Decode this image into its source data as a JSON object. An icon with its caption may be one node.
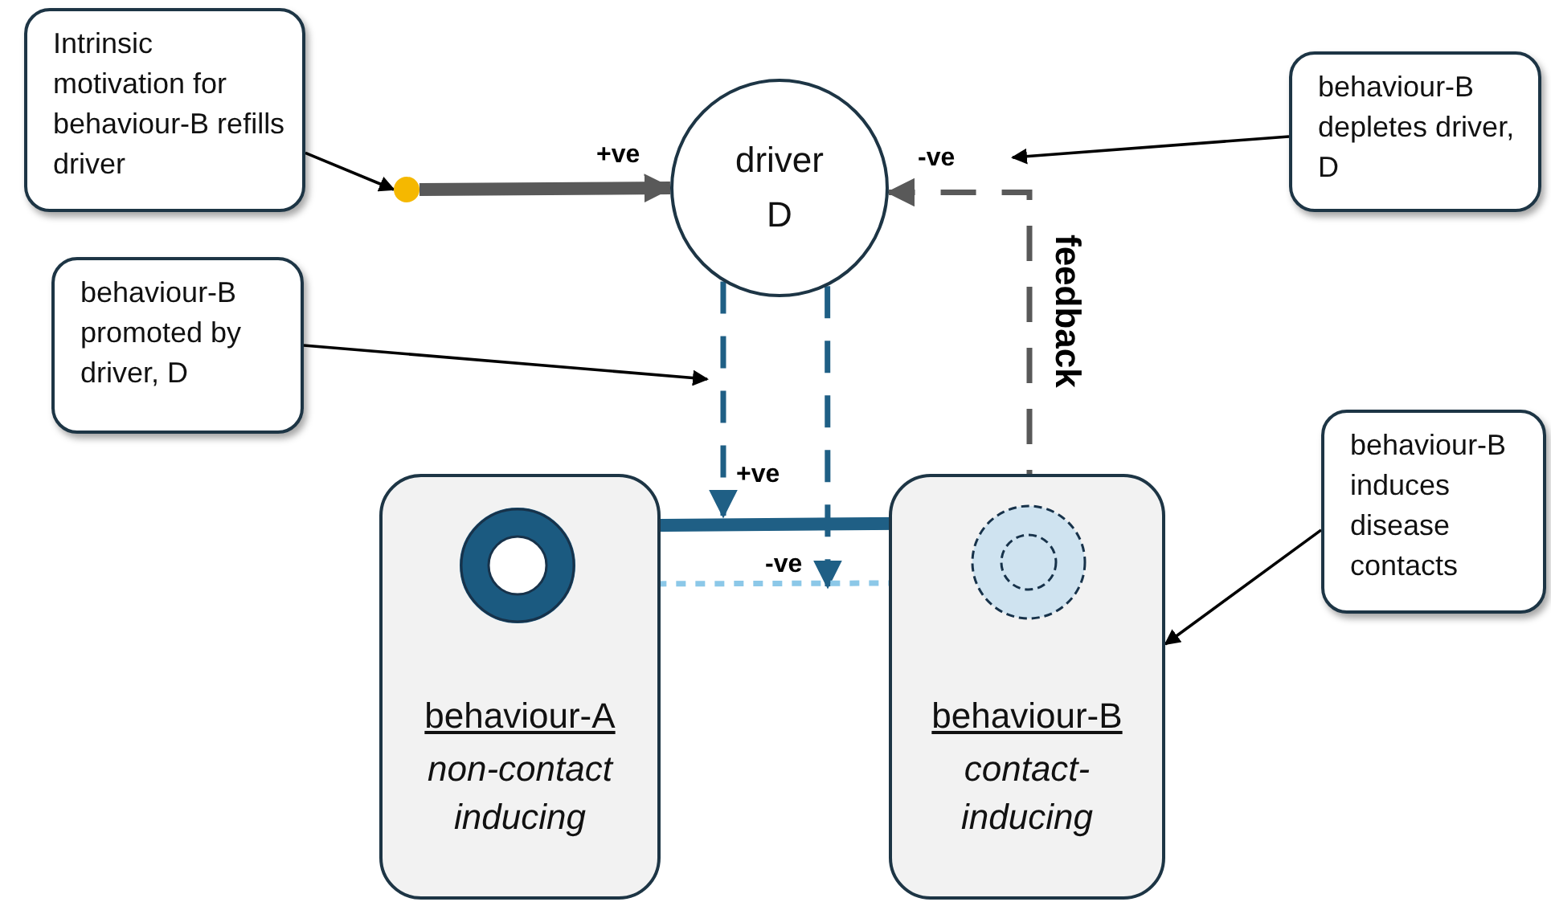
{
  "diagram": {
    "nodes": [
      {
        "text": [
          "Intrinsic motivation for behaviour-B refills driver"
        ]
      },
      {
        "text": [],
        "shape": "circle"
      },
      {
        "text": [
          "driver D"
        ]
      },
      {
        "text": [
          "behaviour-B depletes driver, D"
        ]
      },
      {
        "text": [
          "behaviour-B promoted by driver, D"
        ]
      },
      {
        "text": [
          "behaviour-A",
          "non-contact inducing"
        ]
      },
      {
        "text": [],
        "shape": "circle",
        "in": 5
      },
      {
        "text": [
          "behaviour-B induces disease contacts"
        ]
      },
      {
        "text": [
          "behaviour-B",
          "contact-inducing"
        ]
      },
      {
        "text": [],
        "shape": "circle",
        "in": 8
      }
    ],
    "edges": [
      {
        "from": 0,
        "to": 1,
        "arrow": "to"
      },
      {
        "from": 1,
        "to": 2,
        "arrow": "to",
        "label": "+ve",
        "style": "thick",
        "color": "#595959"
      },
      {
        "from": 3,
        "to": null,
        "arrow": "to"
      },
      {
        "from": 9,
        "to": 2,
        "arrow": "to",
        "label": "-ve",
        "style": "dashed",
        "color": "#595959"
      },
      {
        "from": 4,
        "to": null,
        "arrow": "to"
      },
      {
        "from": 2,
        "to": null,
        "arrow": "to",
        "label": "+ve",
        "style": "dashed",
        "color": "#1f5f85"
      },
      {
        "from": 2,
        "to": null,
        "arrow": "to",
        "label": "-ve",
        "style": "dashed",
        "color": "#1f5f85"
      },
      {
        "from": 7,
        "to": 8,
        "arrow": "to"
      },
      {
        "from": 6,
        "to": 9,
        "arrow": "to",
        "style": "thick",
        "color": "#1f5f85"
      },
      {
        "from": 9,
        "to": 6,
        "arrow": "to",
        "style": "dashed",
        "color": "#8cc8e8"
      }
    ],
    "labels": [
      "feedback"
    ]
  }
}
